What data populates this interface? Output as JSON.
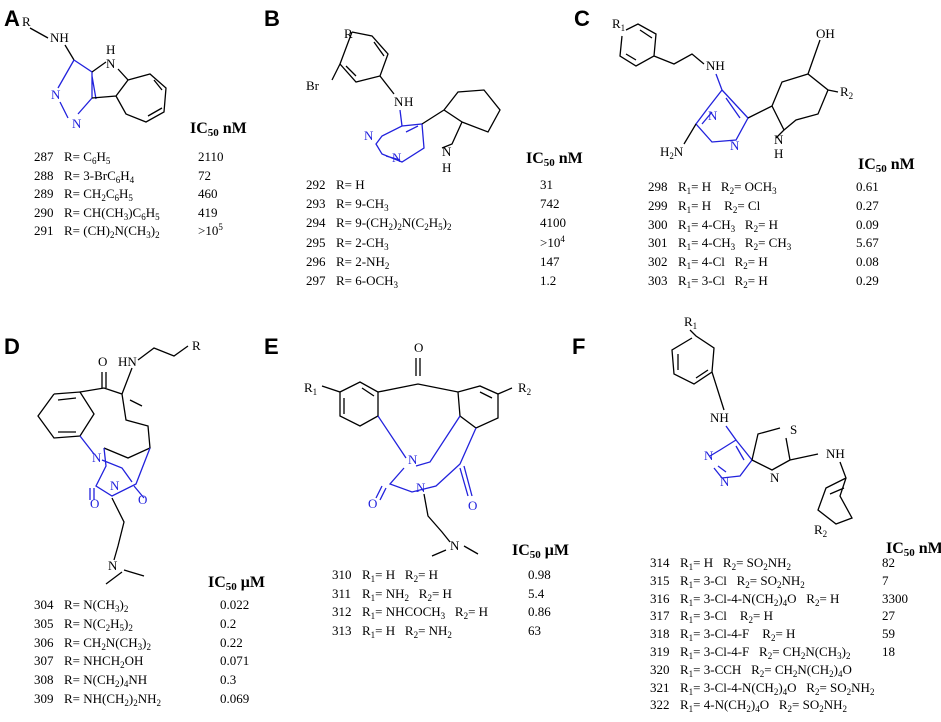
{
  "panels": {
    "A": {
      "label": "A",
      "unit": "IC<sub>50</sub> nM",
      "atoms": {
        "r": "R",
        "nh": "NH",
        "nh_ring": "N",
        "h_ring": "H",
        "n1": "N",
        "n2": "N"
      },
      "rows": [
        {
          "id": "287",
          "sub": "R= C<sub>6</sub>H<sub>5</sub>",
          "val": "2110"
        },
        {
          "id": "288",
          "sub": "R= 3-BrC<sub>6</sub>H<sub>4</sub>",
          "val": "72"
        },
        {
          "id": "289",
          "sub": "R= CH<sub>2</sub>C<sub>6</sub>H<sub>5</sub>",
          "val": "460"
        },
        {
          "id": "290",
          "sub": "R= CH(CH<sub>3</sub>)C<sub>6</sub>H<sub>5</sub>",
          "val": "419"
        },
        {
          "id": "291",
          "sub": "R= (CH)<sub>2</sub>N(CH<sub>3</sub>)<sub>2</sub>",
          "val": ">10<sup>5</sup>"
        }
      ]
    },
    "B": {
      "label": "B",
      "unit": "IC<sub>50</sub> nM",
      "atoms": {
        "r": "R",
        "br": "Br",
        "nh_n": "N",
        "nh_h": "H",
        "n1": "N",
        "n2": "N",
        "nh2_n": "N",
        "nh2_h": "H"
      },
      "rows": [
        {
          "id": "292",
          "sub": "R= H",
          "val": "31"
        },
        {
          "id": "293",
          "sub": "R= 9-CH<sub>3</sub>",
          "val": "742"
        },
        {
          "id": "294",
          "sub": "R= 9-(CH<sub>2</sub>)<sub>2</sub>N(C<sub>2</sub>H<sub>5</sub>)<sub>2</sub>",
          "val": "4100"
        },
        {
          "id": "295",
          "sub": "R= 2-CH<sub>3</sub>",
          "val": ">10<sup>4</sup>"
        },
        {
          "id": "296",
          "sub": "R= 2-NH<sub>2</sub>",
          "val": "147"
        },
        {
          "id": "297",
          "sub": "R= 6-OCH<sub>3</sub>",
          "val": "1.2"
        }
      ]
    },
    "C": {
      "label": "C",
      "unit": "IC<sub>50</sub> nM",
      "atoms": {
        "r1": "R<sub>1</sub>",
        "nh": "NH",
        "oh": "OH",
        "r2": "R<sub>2</sub>",
        "h2n": "H<sub>2</sub>N",
        "n1": "N",
        "n2": "N",
        "nh_n": "N",
        "nh_h": "H"
      },
      "rows": [
        {
          "id": "298",
          "sub": "R<sub>1</sub>= H &nbsp;&nbsp;R<sub>2</sub>= OCH<sub>3</sub>",
          "val": "0.61"
        },
        {
          "id": "299",
          "sub": "R<sub>1</sub>= H &nbsp;&nbsp;&nbsp;R<sub>2</sub>= Cl",
          "val": "0.27"
        },
        {
          "id": "300",
          "sub": "R<sub>1</sub>= 4-CH<sub>3</sub> &nbsp;&nbsp;R<sub>2</sub>= H",
          "val": "0.09"
        },
        {
          "id": "301",
          "sub": "R<sub>1</sub>= 4-CH<sub>3</sub> &nbsp;&nbsp;R<sub>2</sub>= CH<sub>3</sub>",
          "val": "5.67"
        },
        {
          "id": "302",
          "sub": "R<sub>1</sub>= 4-Cl &nbsp;&nbsp;R<sub>2</sub>= H",
          "val": "0.08"
        },
        {
          "id": "303",
          "sub": "R<sub>1</sub>= 3-Cl &nbsp;&nbsp;R<sub>2</sub>= H",
          "val": "0.29"
        }
      ]
    },
    "D": {
      "label": "D",
      "unit": "IC<sub>50</sub> μM",
      "atoms": {
        "hn": "HN",
        "r": "R",
        "o1": "O",
        "o2": "O",
        "o3": "O",
        "n1": "N",
        "n2": "N",
        "n3": "N"
      },
      "rows": [
        {
          "id": "304",
          "sub": "R= N(CH<sub>3</sub>)<sub>2</sub>",
          "val": "0.022"
        },
        {
          "id": "305",
          "sub": "R= N(C<sub>2</sub>H<sub>5</sub>)<sub>2</sub>",
          "val": "0.2"
        },
        {
          "id": "306",
          "sub": "R= CH<sub>2</sub>N(CH<sub>3</sub>)<sub>2</sub>",
          "val": "0.22"
        },
        {
          "id": "307",
          "sub": "R= NHCH<sub>2</sub>OH",
          "val": "0.071"
        },
        {
          "id": "308",
          "sub": "R= N(CH<sub>2</sub>)<sub>4</sub>NH",
          "val": "0.3"
        },
        {
          "id": "309",
          "sub": "R= NH(CH<sub>2</sub>)<sub>2</sub>NH<sub>2</sub>",
          "val": "0.069"
        }
      ]
    },
    "E": {
      "label": "E",
      "unit": "IC<sub>50</sub> μM",
      "atoms": {
        "r1": "R<sub>1</sub>",
        "r2": "R<sub>2</sub>",
        "o1": "O",
        "o2": "O",
        "o3": "O",
        "n1": "N",
        "n2": "N",
        "n3": "N"
      },
      "rows": [
        {
          "id": "310",
          "sub": "R<sub>1</sub>= H &nbsp;&nbsp;R<sub>2</sub>= H",
          "val": "0.98"
        },
        {
          "id": "311",
          "sub": "R<sub>1</sub>= NH<sub>2</sub> &nbsp;&nbsp;R<sub>2</sub>= H",
          "val": "5.4"
        },
        {
          "id": "312",
          "sub": "R<sub>1</sub>= NHCOCH<sub>3</sub> &nbsp;&nbsp;R<sub>2</sub>= H",
          "val": "0.86"
        },
        {
          "id": "313",
          "sub": "R<sub>1</sub>= H &nbsp;&nbsp;R<sub>2</sub>= NH<sub>2</sub>",
          "val": "63"
        }
      ]
    },
    "F": {
      "label": "F",
      "unit": "IC<sub>50</sub> nM",
      "atoms": {
        "r1": "R<sub>1</sub>",
        "nh1": "NH",
        "s": "S",
        "nh2": "NH",
        "n1": "N",
        "n2": "N",
        "n3": "N",
        "r2": "R<sub>2</sub>"
      },
      "rows": [
        {
          "id": "314",
          "sub": "R<sub>1</sub>= H &nbsp;&nbsp;R<sub>2</sub>= SO<sub>2</sub>NH<sub>2</sub>",
          "val": "82"
        },
        {
          "id": "315",
          "sub": "R<sub>1</sub>= 3-Cl &nbsp;&nbsp;R<sub>2</sub>= SO<sub>2</sub>NH<sub>2</sub>",
          "val": "7"
        },
        {
          "id": "316",
          "sub": "R<sub>1</sub>= 3-Cl-4-N(CH<sub>2</sub>)<sub>4</sub>O &nbsp;&nbsp;R<sub>2</sub>= H",
          "val": "3300"
        },
        {
          "id": "317",
          "sub": "R<sub>1</sub>= 3-Cl &nbsp;&nbsp;&nbsp;R<sub>2</sub>= H",
          "val": "27"
        },
        {
          "id": "318",
          "sub": "R<sub>1</sub>= 3-Cl-4-F &nbsp;&nbsp;&nbsp;R<sub>2</sub>= H",
          "val": "59"
        },
        {
          "id": "319",
          "sub": "R<sub>1</sub>= 3-Cl-4-F &nbsp;&nbsp;R<sub>2</sub>= CH<sub>2</sub>N(CH<sub>3</sub>)<sub>2</sub>",
          "val": "18"
        },
        {
          "id": "320",
          "sub": "R<sub>1</sub>= 3-CCH &nbsp;&nbsp;R<sub>2</sub>= CH<sub>2</sub>N(CH<sub>2</sub>)<sub>4</sub>O",
          "val": ""
        },
        {
          "id": "321",
          "sub": "R<sub>1</sub>= 3-Cl-4-N(CH<sub>2</sub>)<sub>4</sub>O &nbsp;&nbsp;R<sub>2</sub>= SO<sub>2</sub>NH<sub>2</sub>",
          "val": ""
        },
        {
          "id": "322",
          "sub": "R<sub>1</sub>= 4-N(CH<sub>2</sub>)<sub>4</sub>O &nbsp;&nbsp;R<sub>2</sub>= SO<sub>2</sub>NH<sub>2</sub>",
          "val": ""
        }
      ]
    }
  }
}
